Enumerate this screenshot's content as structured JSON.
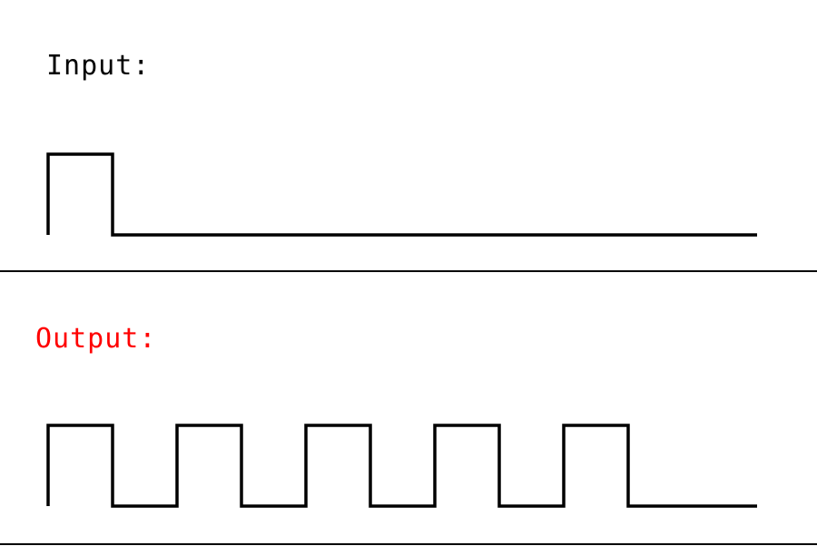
{
  "input": {
    "label": "Input:",
    "levels": [
      1,
      0,
      0,
      0,
      0,
      0,
      0,
      0,
      0,
      0,
      0
    ]
  },
  "output": {
    "label": "Output:",
    "color": "#ff0000",
    "levels": [
      1,
      0,
      1,
      0,
      1,
      0,
      1,
      0,
      1,
      0,
      0
    ]
  }
}
